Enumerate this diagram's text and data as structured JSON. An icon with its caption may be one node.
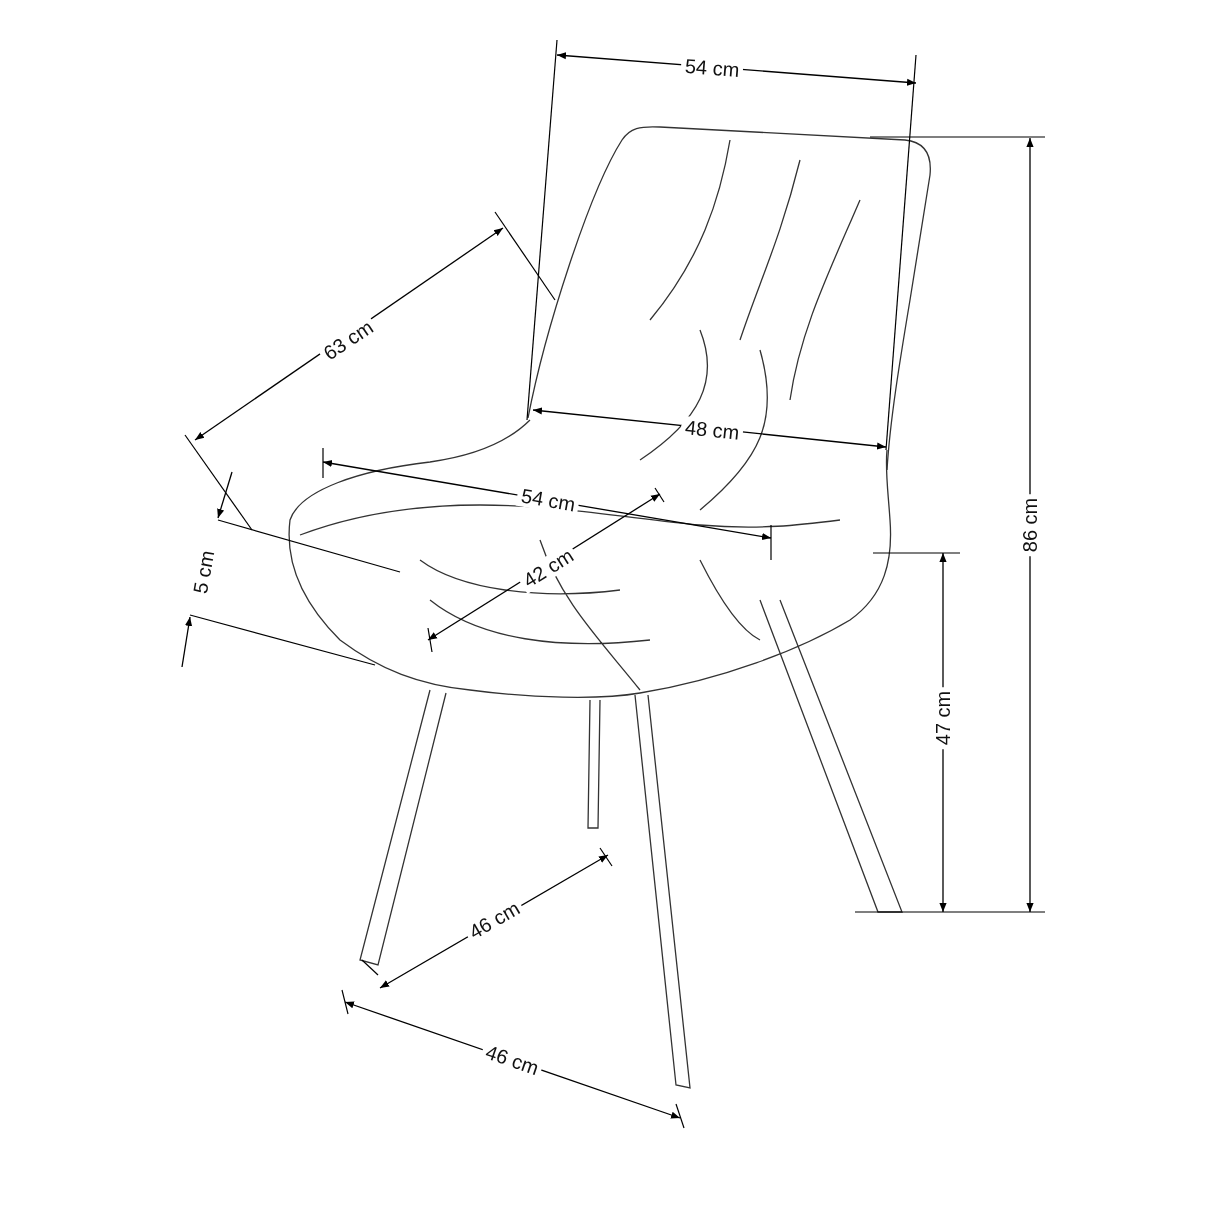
{
  "diagram": {
    "labels": [
      "54 cm",
      "63 cm",
      "48 cm",
      "54 cm",
      "86 cm",
      "5 cm",
      "42 cm",
      "47 cm",
      "46 cm",
      "46 cm"
    ]
  }
}
